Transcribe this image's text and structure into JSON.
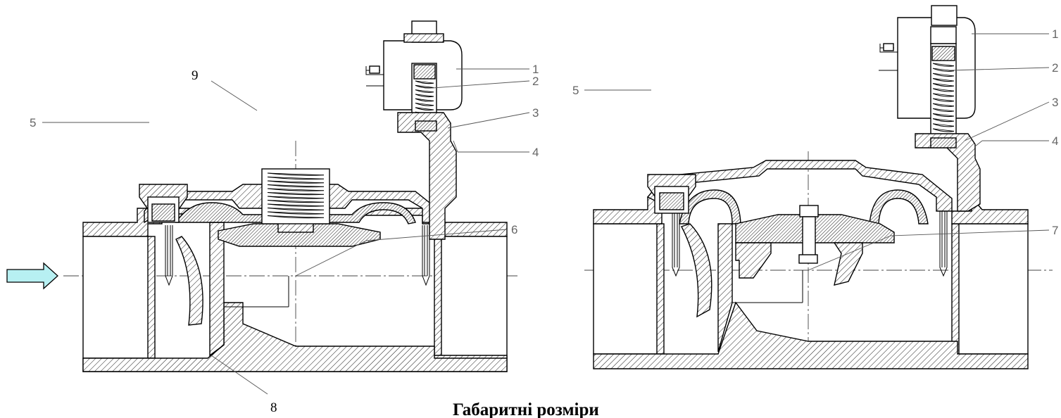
{
  "caption": "Габаритні розміри",
  "left_view": {
    "labels": {
      "l1": "1",
      "l2": "2",
      "l3": "3",
      "l4": "4",
      "l5": "5",
      "l6": "6",
      "l8": "8",
      "l9": "9"
    }
  },
  "right_view": {
    "labels": {
      "l1": "1",
      "l2": "2",
      "l3": "3",
      "l4": "4",
      "l5": "5",
      "l7": "7"
    }
  },
  "flow_arrow": {
    "color": "#b7f0f2",
    "icon": "flow-direction-arrow-icon"
  }
}
